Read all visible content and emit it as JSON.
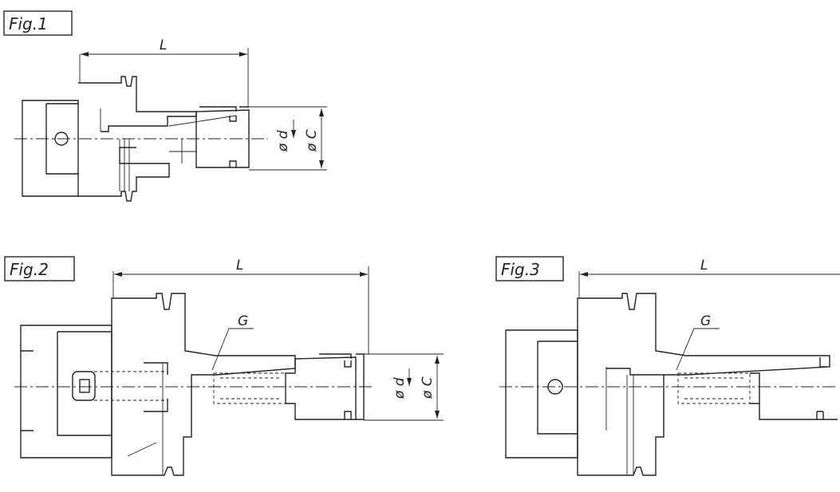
{
  "figures": [
    {
      "id": "fig1",
      "label": "Fig.1",
      "dims": {
        "L": "L",
        "d": "ø d",
        "C": "ø C"
      }
    },
    {
      "id": "fig2",
      "label": "Fig.2",
      "dims": {
        "L": "L",
        "G": "G",
        "d": "ø d",
        "C": "ø C"
      }
    },
    {
      "id": "fig3",
      "label": "Fig.3",
      "dims": {
        "L": "L",
        "G": "G"
      }
    }
  ],
  "colors": {
    "line": "#222222",
    "background": "#ffffff"
  }
}
